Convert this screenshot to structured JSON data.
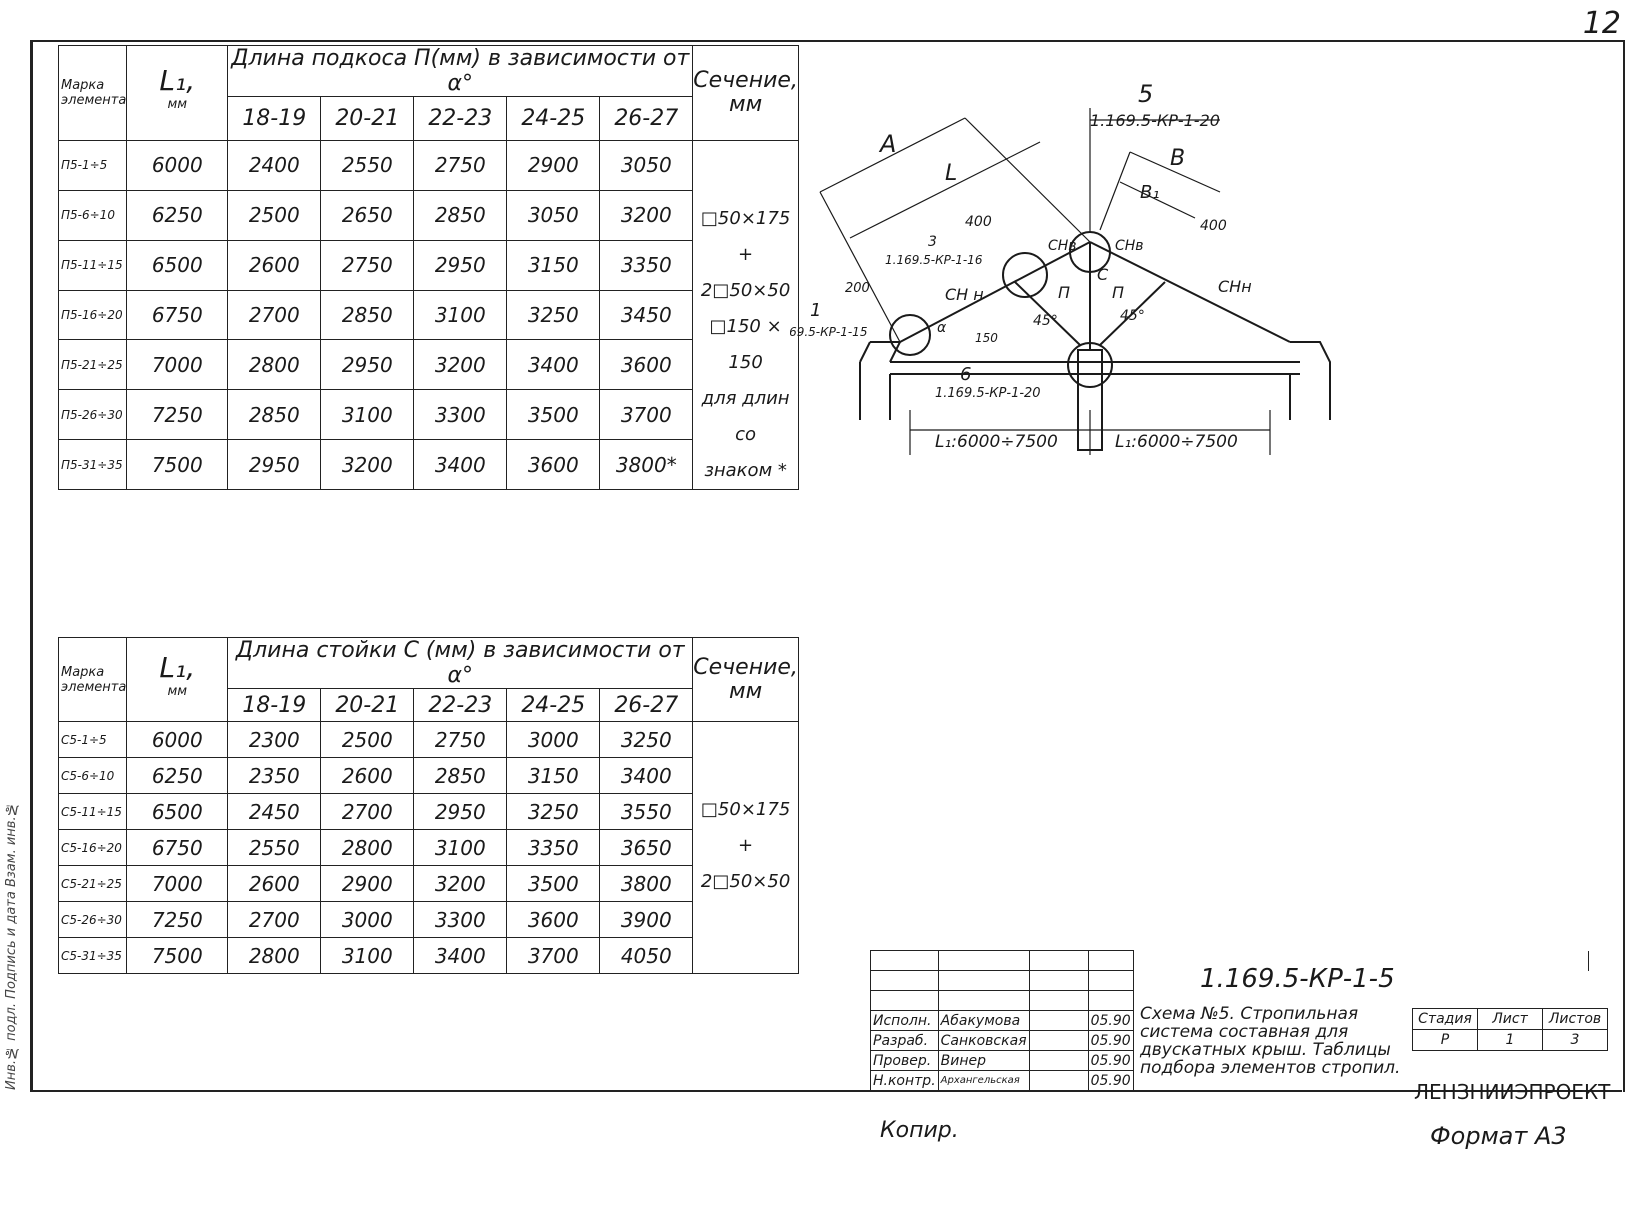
{
  "sheet_number": "12",
  "left_margin_text": "Инв.№ подл. Подпись и дата Взам. инв.№",
  "table1": {
    "h_mark": "Марка элемента",
    "h_l": "L₁,",
    "h_l_unit": "мм",
    "h_group": "Длина подкоса П(мм) в зависимости от α°",
    "h_sec": "Сечение, мм",
    "angles": [
      "18-19",
      "20-21",
      "22-23",
      "24-25",
      "26-27"
    ],
    "rows": [
      {
        "mark": "П5-1÷5",
        "l": "6000",
        "v": [
          "2400",
          "2550",
          "2750",
          "2900",
          "3050"
        ]
      },
      {
        "mark": "П5-6÷10",
        "l": "6250",
        "v": [
          "2500",
          "2650",
          "2850",
          "3050",
          "3200"
        ]
      },
      {
        "mark": "П5-11÷15",
        "l": "6500",
        "v": [
          "2600",
          "2750",
          "2950",
          "3150",
          "3350"
        ]
      },
      {
        "mark": "П5-16÷20",
        "l": "6750",
        "v": [
          "2700",
          "2850",
          "3100",
          "3250",
          "3450"
        ]
      },
      {
        "mark": "П5-21÷25",
        "l": "7000",
        "v": [
          "2800",
          "2950",
          "3200",
          "3400",
          "3600"
        ]
      },
      {
        "mark": "П5-26÷30",
        "l": "7250",
        "v": [
          "2850",
          "3100",
          "3300",
          "3500",
          "3700"
        ]
      },
      {
        "mark": "П5-31÷35",
        "l": "7500",
        "v": [
          "2950",
          "3200",
          "3400",
          "3600",
          "3800*"
        ]
      }
    ],
    "section": [
      "□50×175 +",
      "2□50×50",
      "□150 × 150",
      "для длин со",
      "знаком *"
    ]
  },
  "table2": {
    "h_mark": "Марка элемента",
    "h_l": "L₁,",
    "h_l_unit": "мм",
    "h_group": "Длина стойки С (мм) в зависимости от α°",
    "h_sec": "Сечение, мм",
    "angles": [
      "18-19",
      "20-21",
      "22-23",
      "24-25",
      "26-27"
    ],
    "rows": [
      {
        "mark": "С5-1÷5",
        "l": "6000",
        "v": [
          "2300",
          "2500",
          "2750",
          "3000",
          "3250"
        ]
      },
      {
        "mark": "С5-6÷10",
        "l": "6250",
        "v": [
          "2350",
          "2600",
          "2850",
          "3150",
          "3400"
        ]
      },
      {
        "mark": "С5-11÷15",
        "l": "6500",
        "v": [
          "2450",
          "2700",
          "2950",
          "3250",
          "3550"
        ]
      },
      {
        "mark": "С5-16÷20",
        "l": "6750",
        "v": [
          "2550",
          "2800",
          "3100",
          "3350",
          "3650"
        ]
      },
      {
        "mark": "С5-21÷25",
        "l": "7000",
        "v": [
          "2600",
          "2900",
          "3200",
          "3500",
          "3800"
        ]
      },
      {
        "mark": "С5-26÷30",
        "l": "7250",
        "v": [
          "2700",
          "3000",
          "3300",
          "3600",
          "3900"
        ]
      },
      {
        "mark": "С5-31÷35",
        "l": "7500",
        "v": [
          "2800",
          "3100",
          "3400",
          "3700",
          "4050"
        ]
      }
    ],
    "section": [
      "□50×175 +",
      "2□50×50"
    ]
  },
  "diagram": {
    "label_A": "A",
    "label_L": "L",
    "label_B": "B",
    "label_B1": "B₁",
    "label_5": "5",
    "ref_5": "1.169.5-КР-1-20",
    "label_3": "3",
    "ref_3": "1.169.5-КР-1-16",
    "label_1": "1",
    "ref_1": "1.169.5-КР-1-15",
    "label_6": "6",
    "ref_6": "1.169.5-КР-1-20",
    "dim_400_left": "400",
    "dim_400_right": "400",
    "dim_200": "200",
    "dim_150": "150",
    "ch_v_left": "СНв",
    "ch_v_right": "СНв",
    "ch_n_left": "СН н",
    "ch_n_right": "СНн",
    "label_C": "С",
    "label_P_left": "П",
    "label_P_right": "П",
    "angle_45_left": "45°",
    "angle_45_right": "45°",
    "alpha": "α",
    "span_left": "L₁:6000÷7500",
    "span_right": "L₁:6000÷7500"
  },
  "stamp": {
    "designation": "1.169.5-КР-1-5",
    "title": "Схема №5. Стропильная система составная для двускатных крыш. Таблицы подбора элементов стропил.",
    "rows": [
      {
        "role": "Исполн.",
        "name": "Абакумова",
        "date": "05.90"
      },
      {
        "role": "Разраб.",
        "name": "Санковская",
        "date": "05.90"
      },
      {
        "role": "Провер.",
        "name": "Винер",
        "date": "05.90"
      },
      {
        "role": "Н.контр.",
        "name": "Архангельская",
        "date": "05.90"
      }
    ],
    "stage_label": "Стадия",
    "sheet_label": "Лист",
    "sheets_label": "Листов",
    "stage": "Р",
    "sheet": "1",
    "sheets": "3",
    "organization": "ЛЕНЗНИИЭПРОЕКТ"
  },
  "copy_label": "Копир.",
  "format_label": "Формат А3"
}
